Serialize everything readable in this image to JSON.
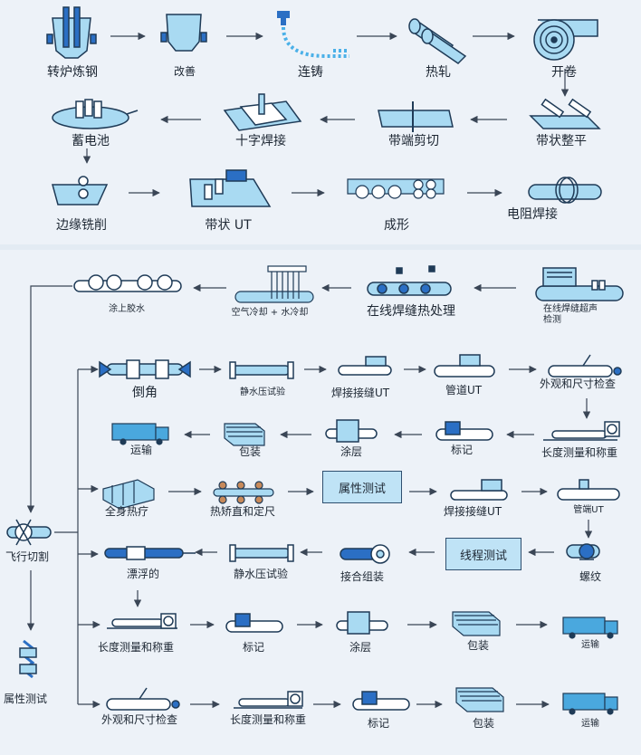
{
  "labels": {
    "converter": "转炉炼钢",
    "refining": "改善",
    "casting": "连铸",
    "hot_rolling": "热轧",
    "uncoiling": "开卷",
    "strip_leveling": "带状整平",
    "end_shearing": "带端剪切",
    "cross_welding": "十字焊接",
    "accumulator": "蓄电池",
    "edge_milling": "边缘铣削",
    "strip_ut": "带状 UT",
    "forming": "成形",
    "erw_welding": "电阻焊接",
    "inline_weld_ut": "在线焊缝超声\n检测",
    "inline_weld_heat": "在线焊缝热处理",
    "cooling": "空气冷却 + 水冷却",
    "glue": "涂上胶水",
    "flying_cut": "飞行切割",
    "property_test_left": "属性测试",
    "chamfer": "倒角",
    "hydro_test_1": "静水压试验",
    "weld_seam_ut_1": "焊接接缝UT",
    "pipe_ut": "管道UT",
    "visual_dim_1": "外观和尺寸检查",
    "transport_1": "运输",
    "packing_1": "包装",
    "coating_1": "涂层",
    "marking_1": "标记",
    "length_weigh_1": "长度测量和称重",
    "full_heat": "全身热疗",
    "hot_straight": "热矫直和定尺",
    "property_test_box": "属性测试",
    "weld_seam_ut_2": "焊接接缝UT",
    "pipe_end_ut": "管端UT",
    "floating": "漂浮的",
    "hydro_test_2": "静水压试验",
    "coupling": "接合组装",
    "thread_test_box": "线程测试",
    "threading": "螺纹",
    "length_weigh_2": "长度测量和称重",
    "marking_2": "标记",
    "coating_2": "涂层",
    "packing_2": "包装",
    "transport_2": "运输",
    "visual_dim_2": "外观和尺寸检查",
    "length_weigh_3": "长度测量和称重",
    "marking_3": "标记",
    "packing_3": "包装",
    "transport_3": "运输"
  },
  "colors": {
    "background": "#edf2f8",
    "equipment_fill": "#a9daf2",
    "equipment_stroke": "#1f3b57",
    "accent": "#2b6fc4",
    "arrow": "#3a4656"
  }
}
